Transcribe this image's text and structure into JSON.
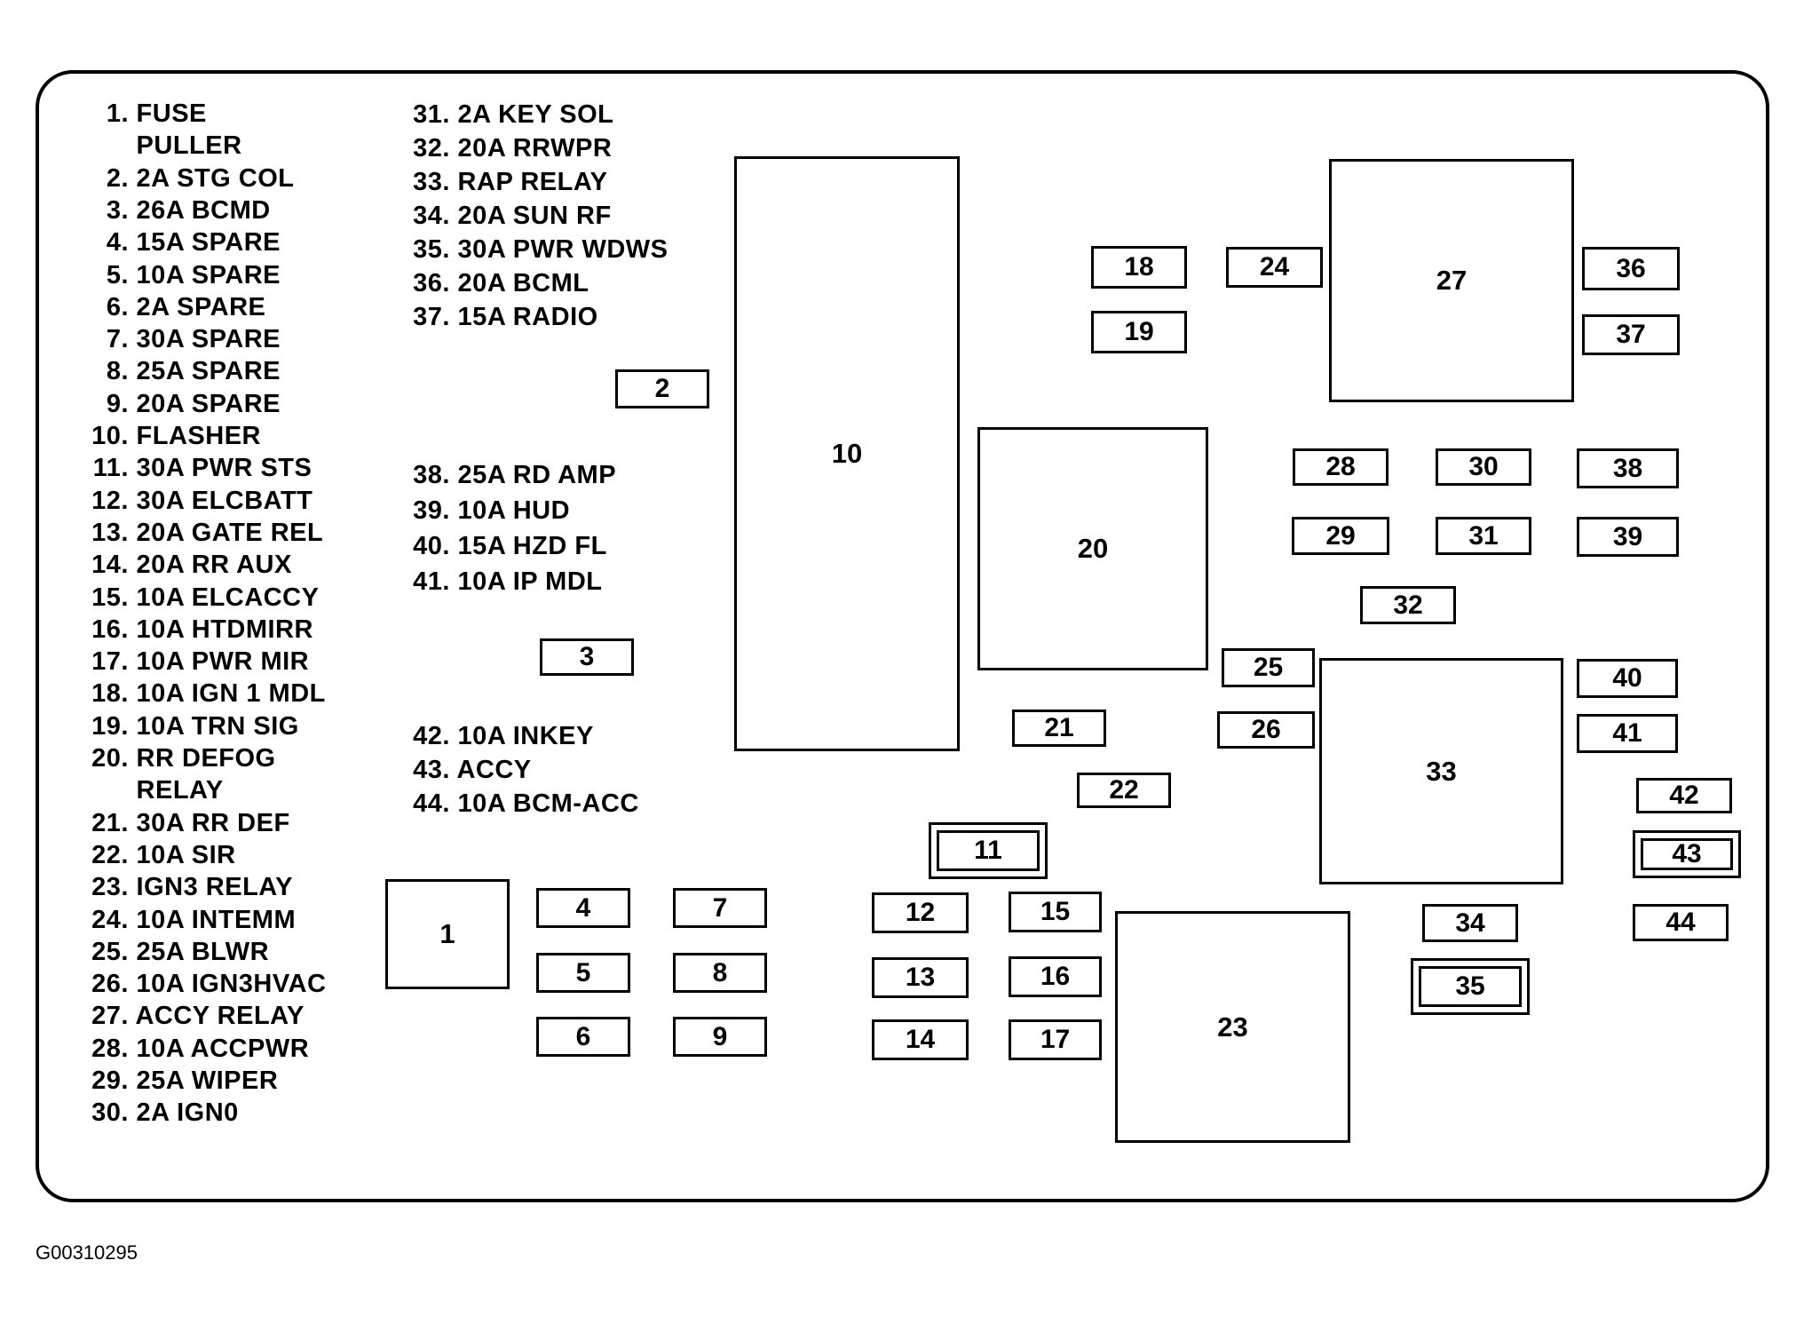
{
  "legend_col1": [
    {
      "num": "1.",
      "text": "FUSE"
    },
    {
      "num": "",
      "text": "PULLER"
    },
    {
      "num": "2.",
      "text": "2A STG COL"
    },
    {
      "num": "3.",
      "text": "26A BCMD"
    },
    {
      "num": "4.",
      "text": "15A SPARE"
    },
    {
      "num": "5.",
      "text": "10A SPARE"
    },
    {
      "num": "6.",
      "text": "2A SPARE"
    },
    {
      "num": "7.",
      "text": "30A SPARE"
    },
    {
      "num": "8.",
      "text": "25A SPARE"
    },
    {
      "num": "9.",
      "text": "20A SPARE"
    },
    {
      "num": "10.",
      "text": "FLASHER"
    },
    {
      "num": "11.",
      "text": "30A PWR STS"
    },
    {
      "num": "12.",
      "text": "30A ELCBATT"
    },
    {
      "num": "13.",
      "text": "20A GATE REL"
    },
    {
      "num": "14.",
      "text": "20A RR AUX"
    },
    {
      "num": "15.",
      "text": "10A ELCACCY"
    },
    {
      "num": "16.",
      "text": "10A HTDMIRR"
    },
    {
      "num": "17.",
      "text": "10A PWR MIR"
    },
    {
      "num": "18.",
      "text": "10A IGN 1 MDL"
    },
    {
      "num": "19.",
      "text": "10A TRN SIG"
    },
    {
      "num": "20.",
      "text": "RR DEFOG"
    },
    {
      "num": "",
      "text": "RELAY"
    },
    {
      "num": "21.",
      "text": "30A RR DEF"
    },
    {
      "num": "22.",
      "text": "10A SIR"
    },
    {
      "num": "23.",
      "text": "IGN3 RELAY"
    },
    {
      "num": "24.",
      "text": "10A INTEMM"
    },
    {
      "num": "25.",
      "text": "25A BLWR"
    },
    {
      "num": "26.",
      "text": "10A IGN3HVAC"
    },
    {
      "num": "27.",
      "text": "ACCY RELAY"
    },
    {
      "num": "28.",
      "text": "10A ACCPWR"
    },
    {
      "num": "29.",
      "text": "25A WIPER"
    },
    {
      "num": "30.",
      "text": "2A IGN0"
    }
  ],
  "legend_col2_group1": [
    {
      "num": "31.",
      "text": "2A KEY SOL"
    },
    {
      "num": "32.",
      "text": "20A RRWPR"
    },
    {
      "num": "33.",
      "text": "RAP RELAY"
    },
    {
      "num": "34.",
      "text": "20A SUN RF"
    },
    {
      "num": "35.",
      "text": "30A PWR WDWS"
    },
    {
      "num": "36.",
      "text": "20A BCML"
    },
    {
      "num": "37.",
      "text": "15A RADIO"
    }
  ],
  "legend_col2_group2": [
    {
      "num": "38.",
      "text": "25A RD AMP"
    },
    {
      "num": "39.",
      "text": "10A HUD"
    },
    {
      "num": "40.",
      "text": "15A HZD FL"
    },
    {
      "num": "41.",
      "text": "10A IP MDL"
    }
  ],
  "legend_col2_group3": [
    {
      "num": "42.",
      "text": "10A INKEY"
    },
    {
      "num": "43.",
      "text": "ACCY"
    },
    {
      "num": "44.",
      "text": "10A BCM-ACC"
    }
  ],
  "components": [
    "1",
    "2",
    "3",
    "4",
    "5",
    "6",
    "7",
    "8",
    "9",
    "10",
    "11",
    "12",
    "13",
    "14",
    "15",
    "16",
    "17",
    "18",
    "19",
    "20",
    "21",
    "22",
    "23",
    "24",
    "25",
    "26",
    "27",
    "28",
    "29",
    "30",
    "31",
    "32",
    "33",
    "34",
    "35",
    "36",
    "37",
    "38",
    "39",
    "40",
    "41",
    "42",
    "43",
    "44"
  ],
  "figure_id": "G00310295"
}
